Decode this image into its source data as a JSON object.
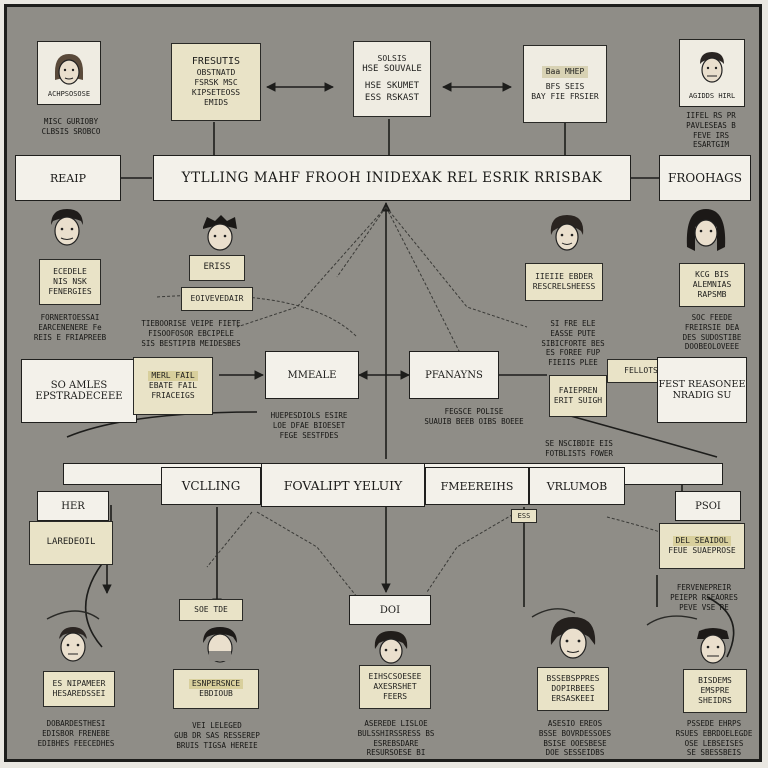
{
  "top_notes": {
    "left": [
      "FRESUTIS",
      "OBSTNATD",
      "FSRSK MSC",
      "KIPSETEOSS",
      "EMIDS"
    ],
    "center": [
      "SOLSIS",
      "HSE SOUVALE",
      "HSE SKUMET",
      "ESS RSKAST"
    ],
    "right": [
      "Baa MHEP",
      "BFS SEIS",
      "BAY FIE FRSIER"
    ]
  },
  "top_person_captions": {
    "left": [
      "MISC GURIOBY",
      "CLBSIS SROBCO"
    ],
    "right": [
      "IIFEL RS PR",
      "PAVLESEAS B",
      "FEVE IRS",
      "ESARTGIM"
    ]
  },
  "card_captions": {
    "top_left": "ACHPSOSOSE",
    "top_right": "AGIDDS HIRL"
  },
  "band1": {
    "left": "REAIP",
    "main": "YTLLING   MAHF FROOH  INIDEXAK REL ESRIK   RRISBAK",
    "right": "FROOHAGS"
  },
  "row2_notes": {
    "n1": [
      "ECEDELE",
      "NIS NSK",
      "FENERGIES"
    ],
    "n2": [
      "ERISS"
    ],
    "n2b": [
      "EOIVEVEDAIR"
    ],
    "n3": [
      "IIEIIE EBDER",
      "RESCRELSHEESS"
    ],
    "n4": [
      "KCG BIS",
      "ALEMNIAS",
      "RAPSMB"
    ]
  },
  "row2_captions": {
    "c1": [
      "FORNERTOESSAI",
      "EARCENENERE Fe",
      "REIS E FRIAPREEB"
    ],
    "c2": [
      "TIEBOORISE VEIPE FIETE",
      "FISOOFOSOR EBCIPELE",
      "SIS BESTIPIB MEIDESBES"
    ],
    "c3": [
      "SI FRE ELE",
      "EASSE PUTE",
      "SIBICFORTE BES",
      "ES FOREE FUP",
      "FIEIIS PLEE"
    ],
    "c4": [
      "SOC FEEDE",
      "FREIRSIE DEA",
      "DES SUDOSTIBE",
      "DOOBEOLOVEEE"
    ]
  },
  "band2": {
    "left_title": "SO AMLES",
    "left_sub": "EPSTRADECEEE",
    "note_left": [
      "MERL FAIL",
      "EBATE FAIL",
      "FRIACEIGS"
    ],
    "center_left": "MMEALE",
    "center_right": "PFANAYNS",
    "note_right": [
      "FAIEPREN",
      "ERIT SUIGH"
    ],
    "right_title": "FEST REASONEE",
    "right_sub": "NRADIG SU",
    "right_tag": "FELLOTS"
  },
  "band2_captions": {
    "c1": [
      "HUEPESDIOLS ESIRE",
      "LOE DFAE BIOESET",
      "FEGE SESTFDES"
    ],
    "c2": [
      "FEGSCE POLISE",
      "SUAUIB BEEB OIBS BOEEE"
    ],
    "c3": [
      "SE NSCIBDIE EIS",
      "FOTBLISTS FOWER"
    ]
  },
  "band3": {
    "left": "VCLLING",
    "main": "FOVALIPT  YELUIY",
    "mid": "FMEEREIHS",
    "right": "VRLUMOB"
  },
  "band3_side": {
    "left_top": "HER",
    "left_note": "LAREDEOIL",
    "right_top": "PSOI",
    "right_note": [
      "DEL SEAIDOL",
      "FEUE SUAEPROSE"
    ],
    "right_caption": [
      "FERVENEPREIR",
      "PEIEPR RSEAORES",
      "PEVE VSE RE"
    ],
    "tiny_tag": "ESS"
  },
  "bottom": {
    "center_label": "DOI",
    "tag_b": "SOE TDE",
    "notes": [
      [
        "ES NIPAMEER",
        "HESAREDSSEI"
      ],
      [
        "ESNPERSNCE",
        "EBDIOUB"
      ],
      [
        "EIHSCSOESEE",
        "AXESRSHET",
        "FEERS"
      ],
      [
        "BSSEBSPPRES",
        "DOPIRBEES",
        "ERSASKEEI"
      ],
      [
        "BISDEMS",
        "EMSPRE",
        "SHEIDRS"
      ]
    ],
    "captions": [
      [
        "DOBARDESTHESI",
        "EDISBOR FRENEBE",
        "EDIBHES FEECEDHES"
      ],
      [
        "VEI LELEGED",
        "GUB DR SAS RESSEREP",
        "BRUIS TIGSA HEREIE"
      ],
      [
        "ASEREDE LISLOE",
        "BULSSHIRSSRESS BS",
        "ESREBSDARE",
        "RESURSOESE BI"
      ],
      [
        "ASESIO EREOS",
        "BSSE BOVRDESSOES",
        "BSISE OOESBESE",
        "DOE SESSEIDBS"
      ],
      [
        "PSSEDE EHRPS",
        "RSUES EBRDOELEGDE",
        "OSE LEBSEISES",
        "SE SBESSBEIS"
      ]
    ]
  },
  "colors": {
    "panel": "#8f8d87",
    "box": "#f3f1ea",
    "note": "#e9e3c7",
    "line": "#1d1d1b"
  }
}
